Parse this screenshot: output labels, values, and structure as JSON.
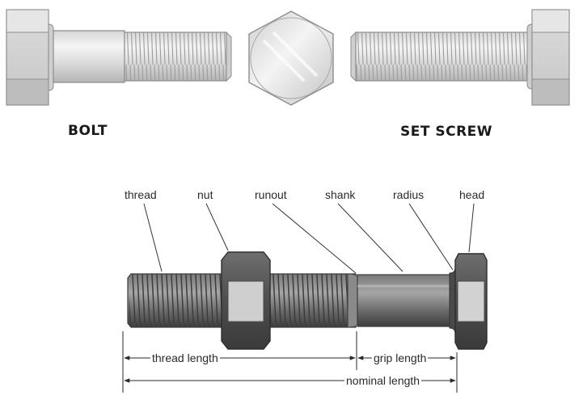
{
  "views": {
    "bolt_label": "BOLT",
    "set_screw_label": "SET SCREW"
  },
  "callouts": {
    "thread": "thread",
    "nut": "nut",
    "runout": "runout",
    "shank": "shank",
    "radius": "radius",
    "head": "head"
  },
  "dimensions": {
    "thread_length": "thread length",
    "grip_length": "grip length",
    "nominal_length": "nominal length"
  },
  "colors": {
    "steel_light": "#e9e9e9",
    "steel_mid": "#b9b9b9",
    "steel_dark": "#555555",
    "outline": "#8c8c8c"
  }
}
